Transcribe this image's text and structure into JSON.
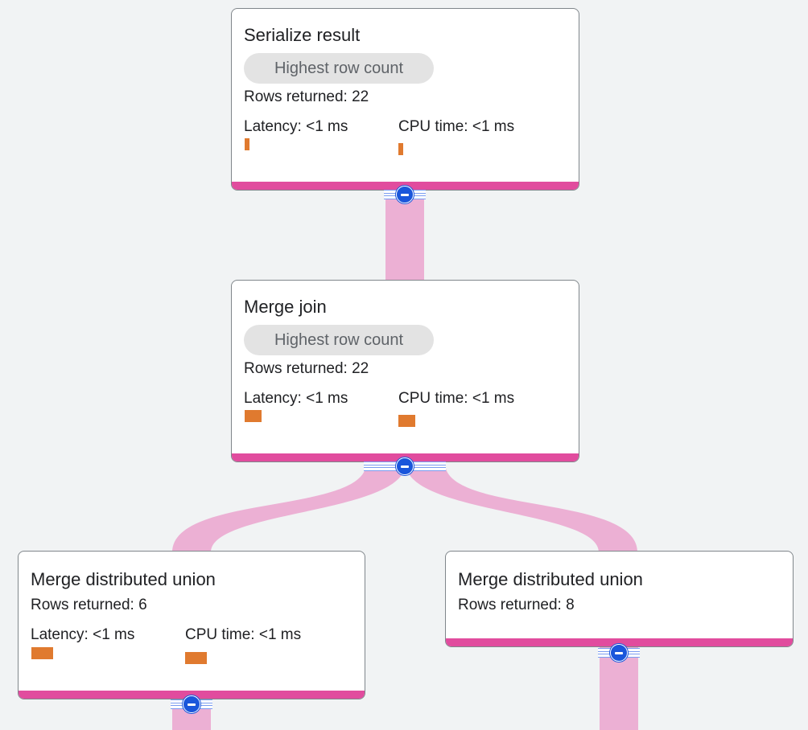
{
  "colors": {
    "background": "#f1f3f4",
    "node_border": "#80868b",
    "node_accent_band": "#e14c9e",
    "flow": "#ecb0d4",
    "metric_bar": "#e07a2f",
    "collapse_button": "#1a56db"
  },
  "nodes": [
    {
      "title": "Serialize result",
      "badge": "Highest row count",
      "rows_returned": "Rows returned: 22",
      "latency_label": "Latency: <1 ms",
      "cpu_label": "CPU time: <1 ms"
    },
    {
      "title": "Merge join",
      "badge": "Highest row count",
      "rows_returned": "Rows returned: 22",
      "latency_label": "Latency: <1 ms",
      "cpu_label": "CPU time: <1 ms"
    },
    {
      "title": "Merge distributed union",
      "rows_returned": "Rows returned: 6",
      "latency_label": "Latency: <1 ms",
      "cpu_label": "CPU time: <1 ms"
    },
    {
      "title": "Merge distributed union",
      "rows_returned": "Rows returned: 8"
    }
  ],
  "icons": {
    "collapse": "minus-circle-icon"
  }
}
